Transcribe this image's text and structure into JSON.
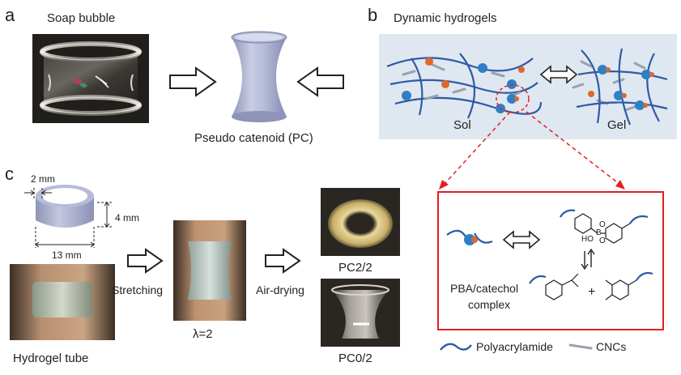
{
  "panel_a": {
    "letter": "a",
    "photo_label": "Soap bubble",
    "shape_label": "Pseudo catenoid (PC)"
  },
  "panel_b": {
    "letter": "b",
    "title": "Dynamic hydrogels",
    "state_left": "Sol",
    "state_right": "Gel",
    "complex_label_line1": "PBA/catechol",
    "complex_label_line2": "complex",
    "chem_labels": {
      "ho": "HO",
      "b": "B",
      "o1": "O",
      "o2": "O"
    },
    "plus": "+",
    "legend": {
      "polymer": "Polyacrylamide",
      "filler": "CNCs"
    },
    "colors": {
      "chain": "#2f5aa8",
      "catechol": "#e0672a",
      "pba": "#2f7fc4",
      "highlight": "#e02020",
      "background": "#dfe7f0"
    }
  },
  "panel_c": {
    "letter": "c",
    "dim_thickness": "2 mm",
    "dim_height": "4 mm",
    "dim_diameter": "13 mm",
    "step1": "Stretching",
    "step2": "Air-drying",
    "stretch_ratio": "λ=2",
    "tube_label": "Hydrogel tube",
    "sample_top": "PC2/2",
    "sample_bottom": "PC0/2"
  }
}
